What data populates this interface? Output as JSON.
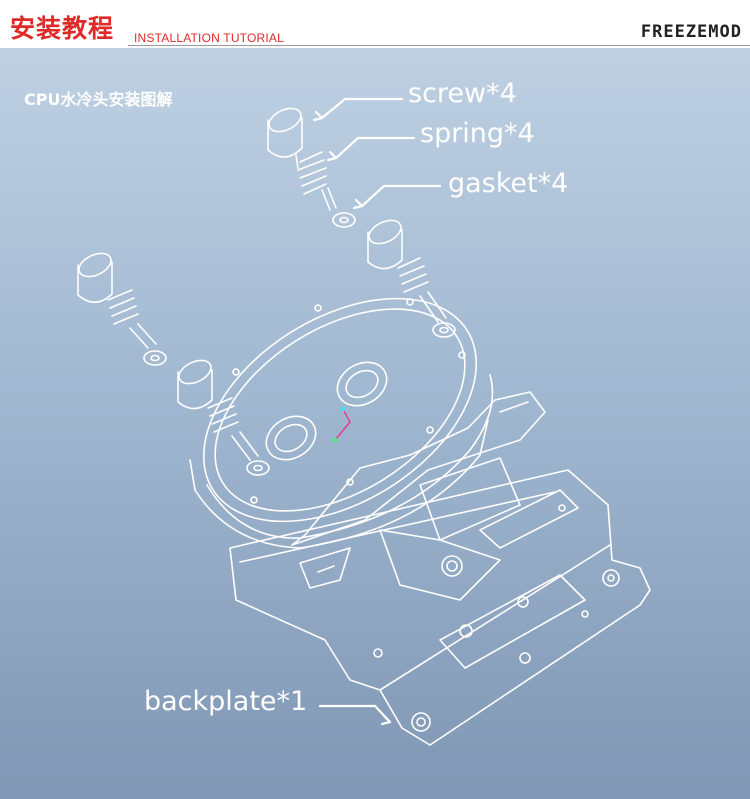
{
  "header": {
    "title_cn": "安装教程",
    "title_en": "INSTALLATION TUTORIAL",
    "brand": "FREEZEMOD"
  },
  "diagram": {
    "subtitle": "CPU水冷头安装图解",
    "labels": {
      "screw": "screw*4",
      "spring": "spring*4",
      "gasket": "gasket*4",
      "backplate": "backplate*1"
    }
  },
  "colors": {
    "title_red": "#e02a2a",
    "line_white": "#ffffff",
    "bg_top": "#bfd0e2",
    "bg_bottom": "#8097b5"
  }
}
